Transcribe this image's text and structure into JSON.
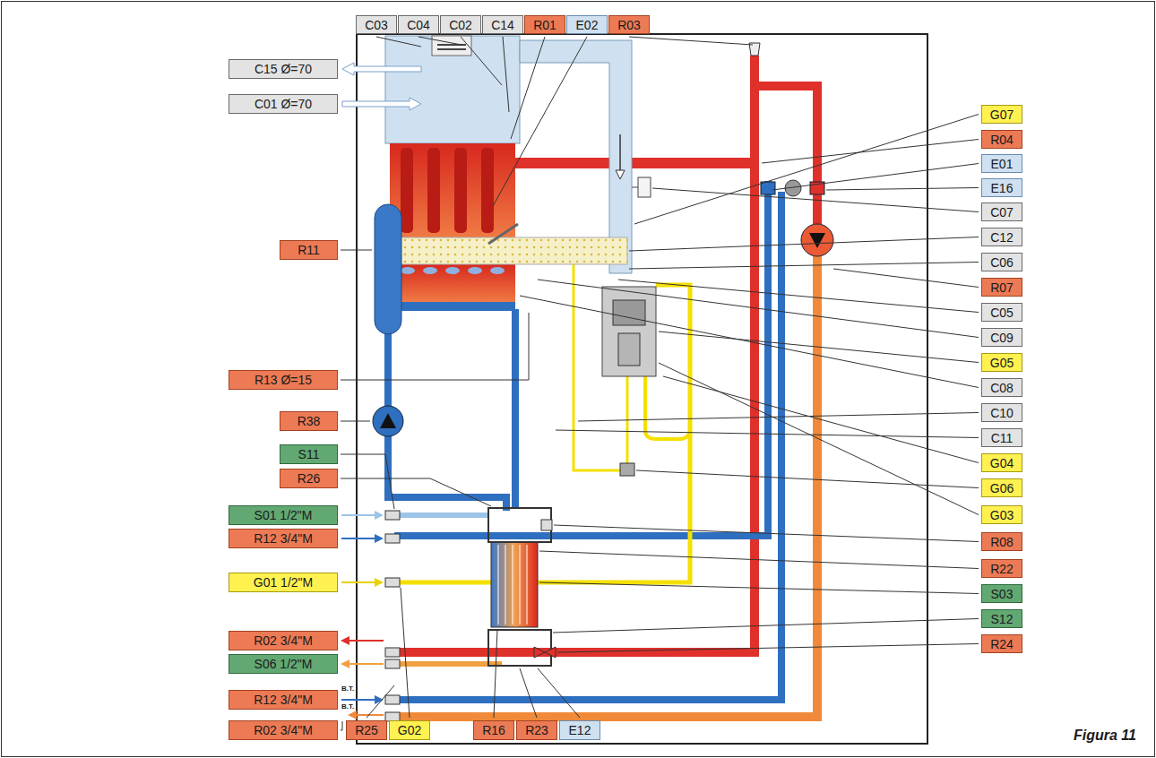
{
  "diagram": {
    "caption": "Figura 11",
    "nodes": [
      {
        "text": [
          "C03"
        ]
      },
      {
        "text": [
          "C04"
        ]
      },
      {
        "text": [
          "C02"
        ]
      },
      {
        "text": [
          "C14"
        ]
      },
      {
        "text": [
          "R01"
        ]
      },
      {
        "text": [
          "E02"
        ]
      },
      {
        "text": [
          "R03"
        ]
      },
      {
        "text": [
          "C15 Ø=70"
        ]
      },
      {
        "text": [
          "C01 Ø=70"
        ]
      },
      {
        "text": [
          "R11"
        ]
      },
      {
        "text": [
          "R13 Ø=15"
        ]
      },
      {
        "text": [
          "R38"
        ]
      },
      {
        "text": [
          "S11"
        ]
      },
      {
        "text": [
          "R26"
        ]
      },
      {
        "text": [
          "S01 1/2\"M"
        ]
      },
      {
        "text": [
          "R12 3/4\"M"
        ]
      },
      {
        "text": [
          "G01 1/2\"M"
        ]
      },
      {
        "text": [
          "R02 3/4\"M"
        ]
      },
      {
        "text": [
          "S06 1/2\"M"
        ]
      },
      {
        "text": [
          "R12 3/4\"M"
        ]
      },
      {
        "text": [
          "G07"
        ]
      },
      {
        "text": [
          "R04"
        ]
      },
      {
        "text": [
          "E01"
        ]
      },
      {
        "text": [
          "E16"
        ]
      },
      {
        "text": [
          "C07"
        ]
      },
      {
        "text": [
          "C12"
        ]
      },
      {
        "text": [
          "C06"
        ]
      },
      {
        "text": [
          "R07"
        ]
      },
      {
        "text": [
          "C05"
        ]
      },
      {
        "text": [
          "C09"
        ]
      },
      {
        "text": [
          "G05"
        ]
      },
      {
        "text": [
          "C08"
        ]
      },
      {
        "text": [
          "C10"
        ]
      },
      {
        "text": [
          "C11"
        ]
      },
      {
        "text": [
          "G04"
        ]
      },
      {
        "text": [
          "G06"
        ]
      },
      {
        "text": [
          "G03"
        ]
      },
      {
        "text": [
          "R08"
        ]
      },
      {
        "text": [
          "R22"
        ]
      },
      {
        "text": [
          "S03"
        ]
      },
      {
        "text": [
          "S12"
        ]
      },
      {
        "text": [
          "R24"
        ]
      },
      {
        "text": [
          "R02 3/4\"M"
        ]
      },
      {
        "text": [
          "R25"
        ]
      },
      {
        "text": [
          "G02"
        ]
      },
      {
        "text": [
          "R16"
        ]
      },
      {
        "text": [
          "R23"
        ]
      },
      {
        "text": [
          "E12"
        ]
      }
    ],
    "labels": [
      "B.T.",
      "B.T."
    ]
  }
}
